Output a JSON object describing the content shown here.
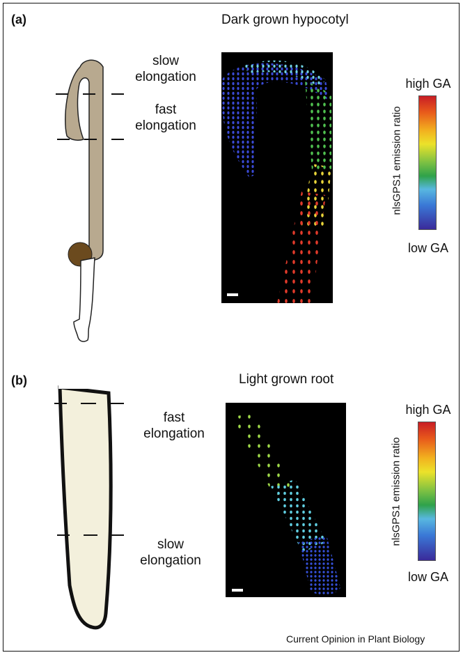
{
  "panel_a": {
    "label": "(a)",
    "title": "Dark grown hypocotyl",
    "zone_top": [
      "slow",
      "elongation"
    ],
    "zone_bottom": [
      "fast",
      "elongation"
    ],
    "colorbar": {
      "high": "high GA",
      "low": "low GA",
      "axis_label": "nlsGPS1 emission ratio"
    }
  },
  "panel_b": {
    "label": "(b)",
    "title": "Light grown root",
    "zone_top": [
      "fast",
      "elongation"
    ],
    "zone_bottom": [
      "slow",
      "elongation"
    ],
    "colorbar": {
      "high": "high GA",
      "low": "low GA",
      "axis_label": "nlsGPS1 emission ratio"
    }
  },
  "credit": "Current Opinion in Plant Biology",
  "colors": {
    "hypocotyl_fill": "#b8a98f",
    "seed_coat": "#6b4a1e",
    "root_fill": "#f3f0dc",
    "colormap": [
      "#c81d25",
      "#f2b21f",
      "#ece22a",
      "#2fa24a",
      "#58b7e0",
      "#3a78d6",
      "#3a2a9a"
    ]
  }
}
